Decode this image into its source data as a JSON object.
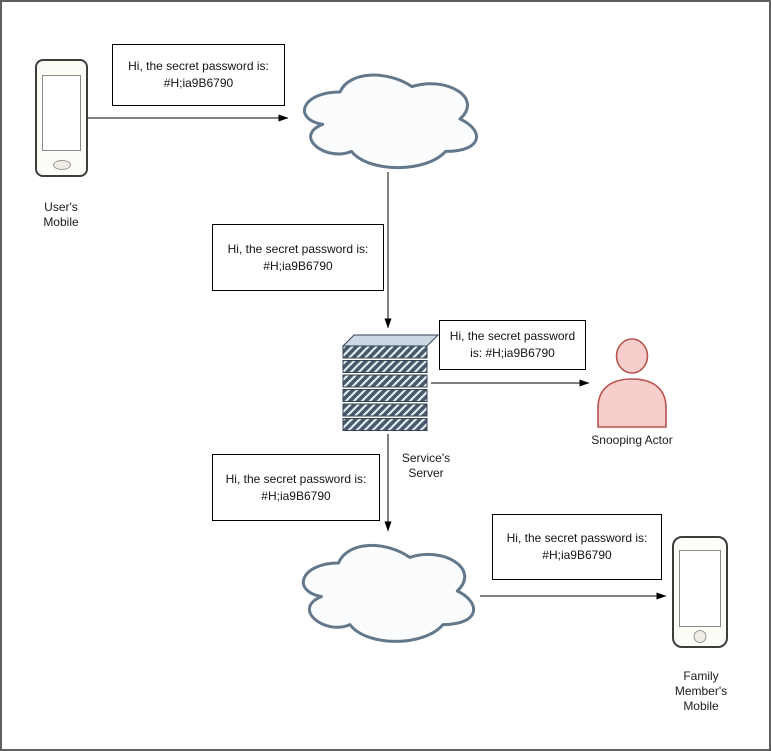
{
  "message_boxes": [
    "Hi, the secret password is:\n#H;ia9B6790",
    "Hi, the secret password is:\n#H;ia9B6790",
    "Hi, the secret password\nis: #H;ia9B6790",
    "Hi, the secret password is:\n#H;ia9B6790",
    "Hi, the secret password is:\n#H;ia9B6790"
  ],
  "nodes": {
    "user_mobile": {
      "label": "User's\nMobile",
      "icon": "mobile-phone"
    },
    "internet_cloud_top": {
      "icon": "cloud"
    },
    "service_server": {
      "label": "Service's\nServer",
      "icon": "server-rack"
    },
    "snooping_actor": {
      "label": "Snooping Actor",
      "icon": "person"
    },
    "internet_cloud_bottom": {
      "icon": "cloud"
    },
    "family_mobile": {
      "label": "Family\nMember's\nMobile",
      "icon": "mobile-phone"
    }
  },
  "colors": {
    "cloud_stroke": "#64788c",
    "cloud_fill": "#fbfcfe",
    "server_unit": "#46586b",
    "server_hatch": "#e4ebf1",
    "server_top": "#ccd8e3",
    "server_outline": "#36424e",
    "actor_fill": "#f8cecc",
    "actor_stroke": "#b85450",
    "connector": "#000000"
  }
}
